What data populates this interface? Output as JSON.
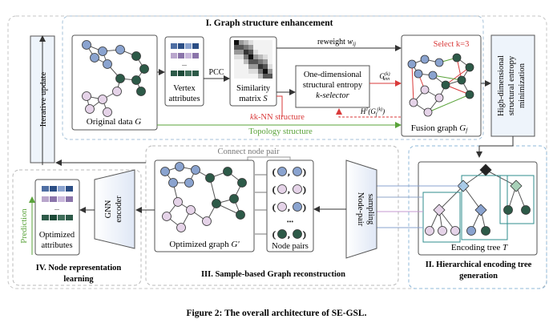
{
  "sections": {
    "s1": "I. Graph structure enhancement",
    "s2a": "II. Hierarchical encoding tree",
    "s2b": "generation",
    "s3": "III. Sample-based Graph reconstruction",
    "s4a": "IV. Node representation",
    "s4b": "learning"
  },
  "labels": {
    "iterative_update": "Iterative update",
    "original_data": "Original data",
    "original_data_sym": "G",
    "vertex_attr_1": "Vertex",
    "vertex_attr_2": "attributes",
    "pcc": "PCC",
    "similarity_1": "Similarity",
    "similarity_2": "matrix",
    "similarity_sym": "S",
    "reweight": "reweight",
    "reweight_sym": "w",
    "reweight_sub": "ij",
    "select_k": "Select k=3",
    "one_dim_1": "One-dimensional",
    "one_dim_2": "structural entropy",
    "one_dim_3": "k-selector",
    "g_knn": "G",
    "g_knn_sup": "(k)",
    "g_knn_sub": "knn",
    "h1": "H",
    "h1_rest": "(G",
    "h1_sub": "f",
    "h1_sup": "(k)",
    "knn_structure": "k-NN structure",
    "topology_structure": "Topology structure",
    "fusion_graph": "Fusion graph",
    "fusion_sym": "G",
    "fusion_sub": "f",
    "high_dim_1": "High-dimensional",
    "high_dim_2": "structural entropy",
    "high_dim_3": "minimization",
    "connect_node_pair": "Connect node pair",
    "node_pair_sampling_1": "Node-pair",
    "node_pair_sampling_2": "sampling",
    "node_pairs": "Node pairs",
    "ellipsis": "...",
    "optimized_graph": "Optimized graph",
    "optimized_sym": "G'",
    "gnn_encoder_1": "GNN",
    "gnn_encoder_2": "encoder",
    "prediction": "Prediction",
    "optimized_attr_1": "Optimized",
    "optimized_attr_2": "attributes",
    "encoding_tree": "Encoding tree",
    "encoding_sym": "T"
  },
  "caption": "Figure 2: The overall architecture of SE-GSL.",
  "colors": {
    "blue": "#8aa3cf",
    "green": "#2d5a48",
    "pink": "#e5d3e8",
    "red": "#d93a3a",
    "topo_green": "#5aa33a",
    "dashed_blue": "#8fb8d8",
    "dashed_gray": "#b9b9b9",
    "teal": "#2f8e8e"
  }
}
